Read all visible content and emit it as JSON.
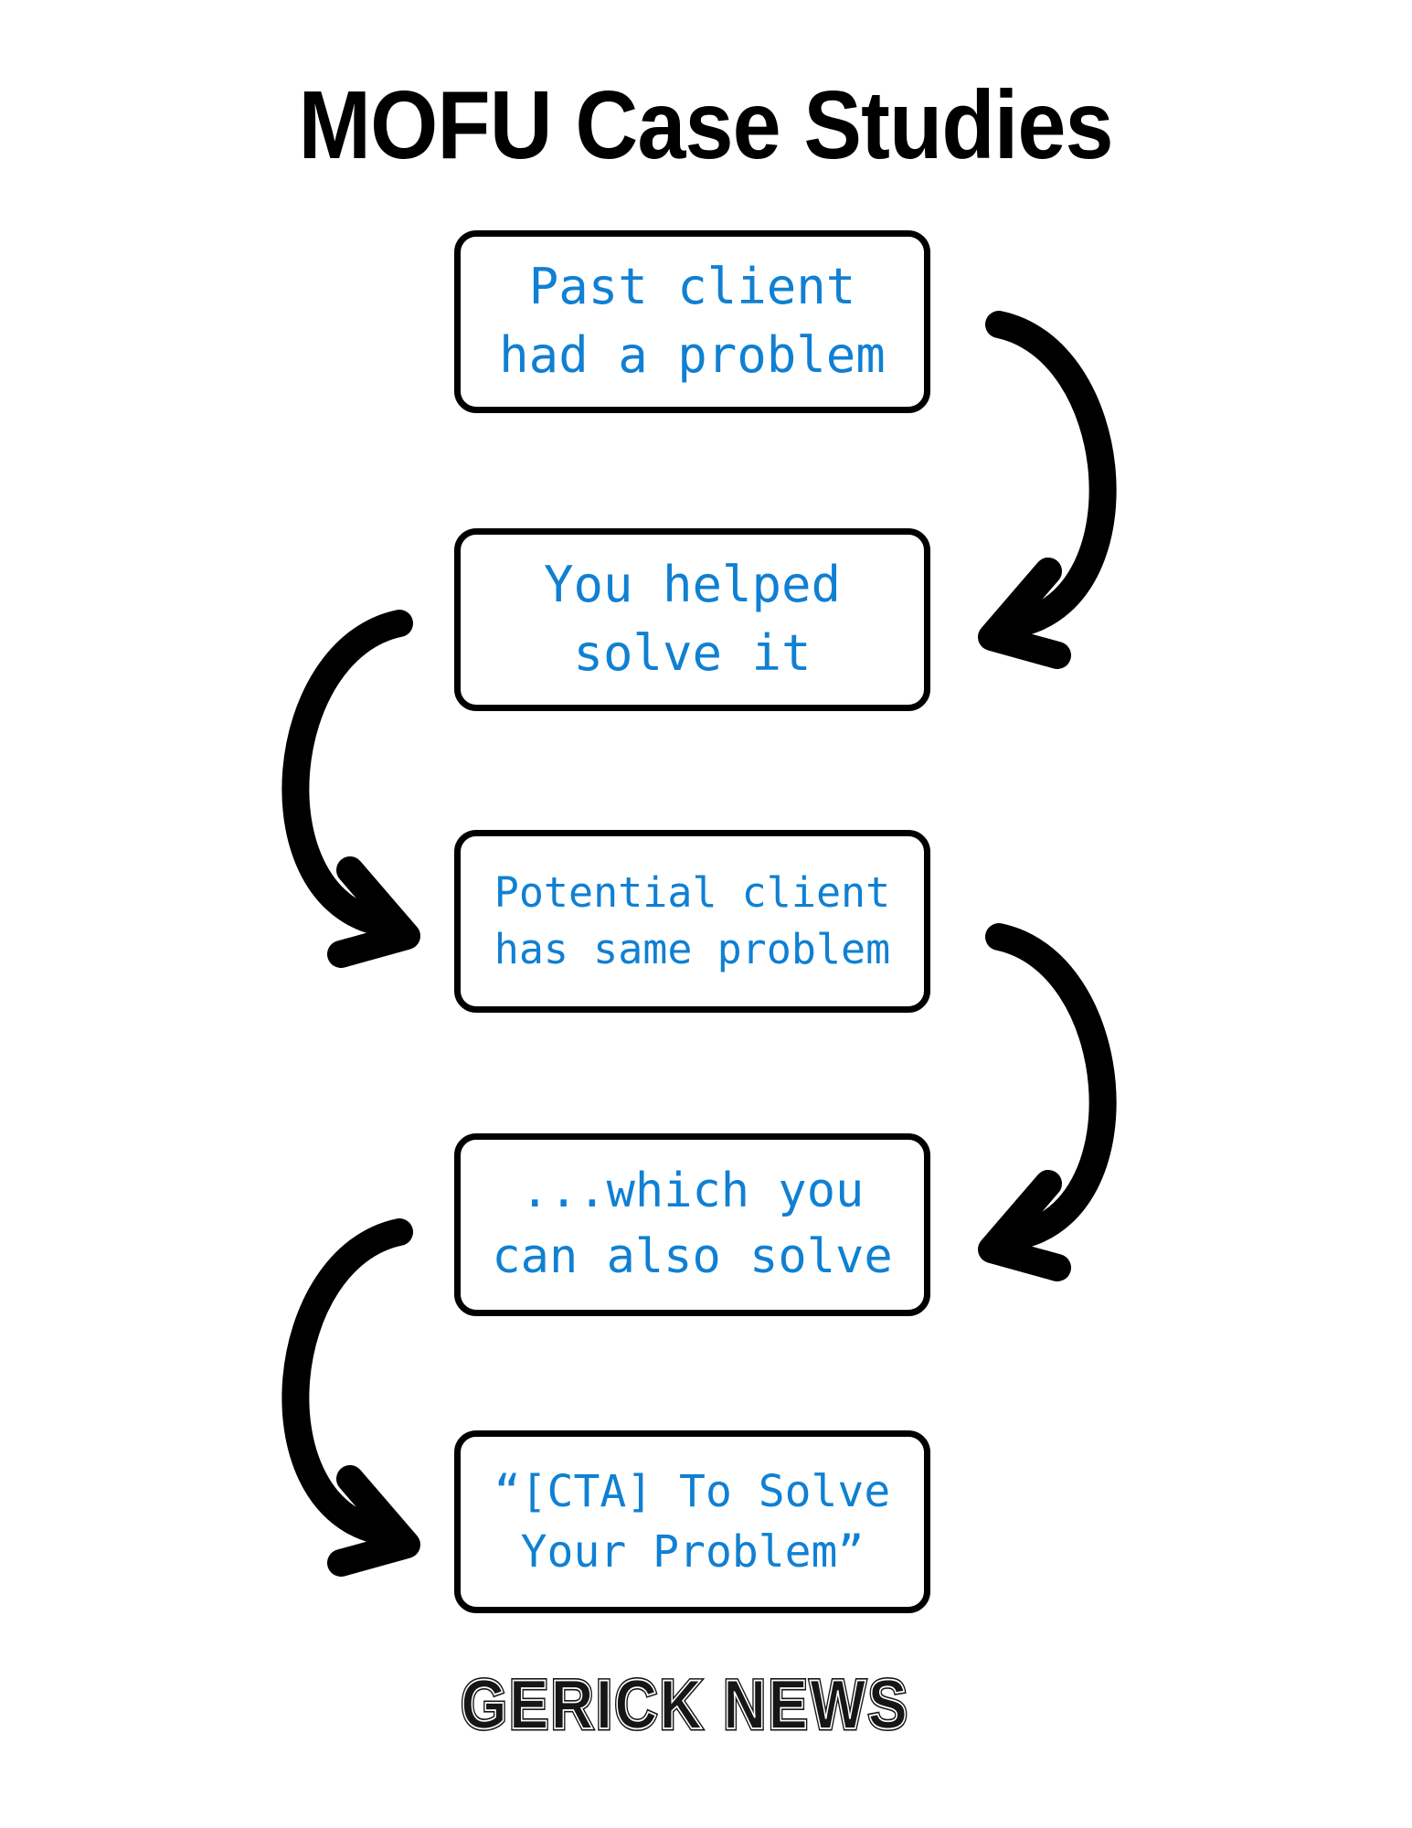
{
  "title": "MOFU Case Studies",
  "flow": {
    "steps": [
      {
        "id": "step-1",
        "line1": "Past client",
        "line2": "had a problem"
      },
      {
        "id": "step-2",
        "line1": "You helped",
        "line2": "solve it"
      },
      {
        "id": "step-3",
        "line1": "Potential client",
        "line2": "has same problem"
      },
      {
        "id": "step-4",
        "line1": "...which you",
        "line2": "can also solve"
      },
      {
        "id": "step-5",
        "line1": "“[CTA] To Solve",
        "line2": "Your Problem”"
      }
    ],
    "arrows": [
      {
        "from": "step-1",
        "to": "step-2",
        "side": "right",
        "icon": "curved-arrow-down-icon"
      },
      {
        "from": "step-2",
        "to": "step-3",
        "side": "left",
        "icon": "curved-arrow-down-icon"
      },
      {
        "from": "step-3",
        "to": "step-4",
        "side": "right",
        "icon": "curved-arrow-down-icon"
      },
      {
        "from": "step-4",
        "to": "step-5",
        "side": "left",
        "icon": "curved-arrow-down-icon"
      }
    ]
  },
  "branding": "GERICK NEWS",
  "colors": {
    "background": "#ffffff",
    "box_border": "#000000",
    "box_text": "#1080d3",
    "arrow": "#000000",
    "title_text": "#000000",
    "brand_text": "#161616"
  }
}
